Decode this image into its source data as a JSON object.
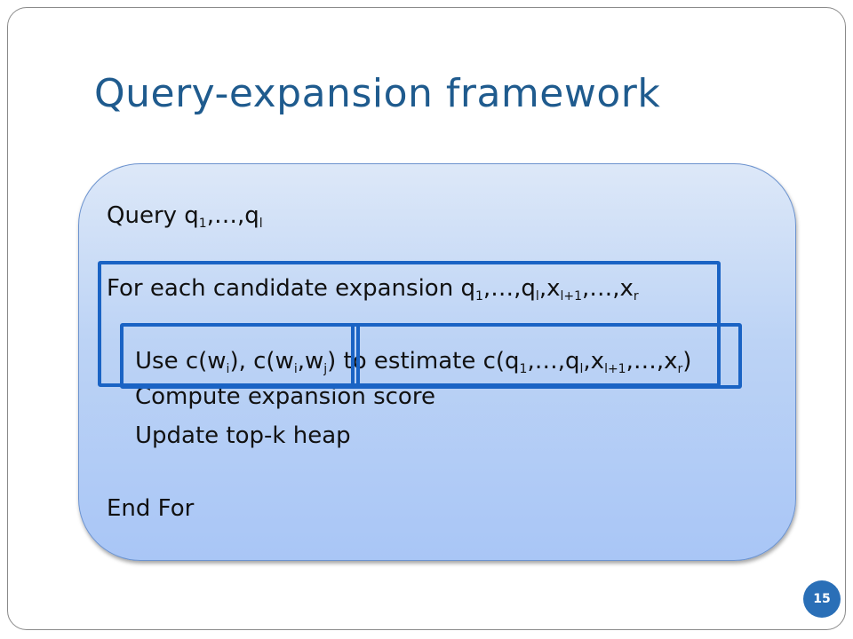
{
  "slide": {
    "title": "Query-expansion framework",
    "page_number": "15"
  },
  "algorithm": {
    "query": {
      "text": "Query q",
      "s1": "1",
      "mid": ",…,q",
      "s2": "l"
    },
    "for_each": {
      "text": "For each candidate expansion q",
      "s1": "1",
      "p1": ",…,q",
      "s2": "l",
      "p2": ",x",
      "s3": "l+1",
      "p3": ",…,x",
      "s4": "r"
    },
    "use": {
      "text": "Use c(w",
      "s1": "i",
      "p1": "), c(w",
      "s2": "i",
      "p2": ",w",
      "s3": "j",
      "p3": ") to estimate c(q",
      "s4": "1",
      "p4": ",…,q",
      "s5": "l",
      "p5": ",x",
      "s6": "l+1",
      "p6": ",…,x",
      "s7": "r",
      "p7": ")"
    },
    "compute": "Compute expansion score",
    "update": "Update top-k heap",
    "end_for": "End For"
  },
  "highlight_color": "#1a63c4",
  "title_color": "#1f5b8e"
}
